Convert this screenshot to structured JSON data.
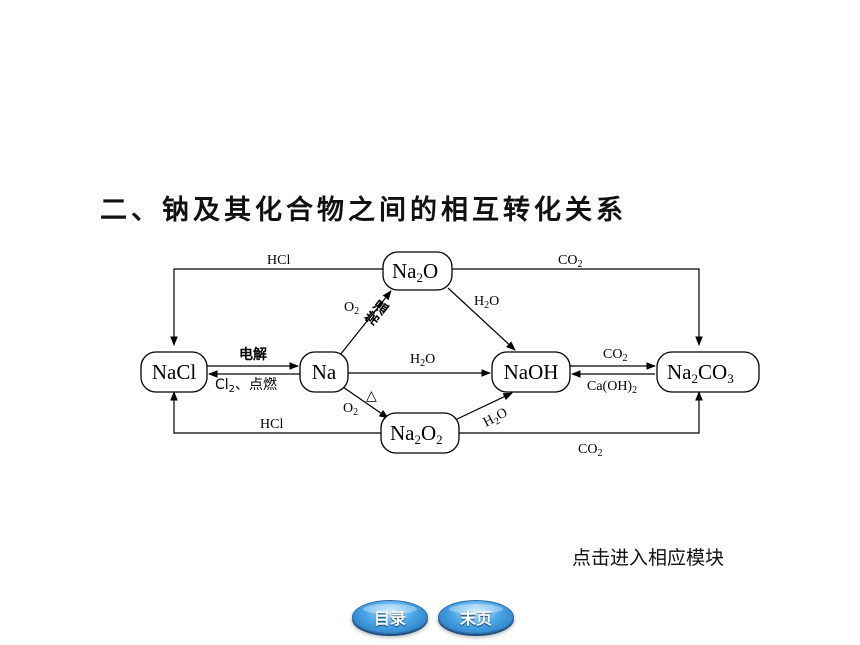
{
  "title": "二、钠及其化合物之间的相互转化关系",
  "nodes": {
    "nacl": "NaCl",
    "na": "Na",
    "na2o": {
      "main": "Na",
      "sub": "2",
      "tail": "O"
    },
    "na2o2": {
      "main": "Na",
      "sub1": "2",
      "mid": "O",
      "sub2": "2"
    },
    "naoh": "NaOH",
    "na2co3": {
      "main": "Na",
      "sub1": "2",
      "mid": "CO",
      "sub2": "3"
    }
  },
  "edges": {
    "hcl_top": "HCl",
    "hcl_bottom": "HCl",
    "co2_top": {
      "main": "CO",
      "sub": "2"
    },
    "co2_bottom": {
      "main": "CO",
      "sub": "2"
    },
    "co2_middle": {
      "main": "CO",
      "sub": "2"
    },
    "caoh2": {
      "main": "Ca(OH)",
      "sub": "2"
    },
    "electrolysis": "电解",
    "cl2_ignite": {
      "main": "Cl",
      "sub": "2",
      "tail": "、点燃"
    },
    "o2_up": {
      "main": "O",
      "sub": "2"
    },
    "o2_down": {
      "main": "O",
      "sub": "2"
    },
    "room_temp": "常温",
    "heat": "△",
    "h2o_na_naoh": {
      "main": "H",
      "sub": "2",
      "tail": "O"
    },
    "h2o_na2o": {
      "main": "H",
      "sub": "2",
      "tail": "O"
    },
    "h2o_na2o2": {
      "main": "H",
      "sub": "2",
      "tail": "O"
    }
  },
  "hint": "点击进入相应模块",
  "nav": {
    "toc": "目录",
    "last": "末页"
  },
  "colors": {
    "button_blue": "#4aa6e6"
  }
}
